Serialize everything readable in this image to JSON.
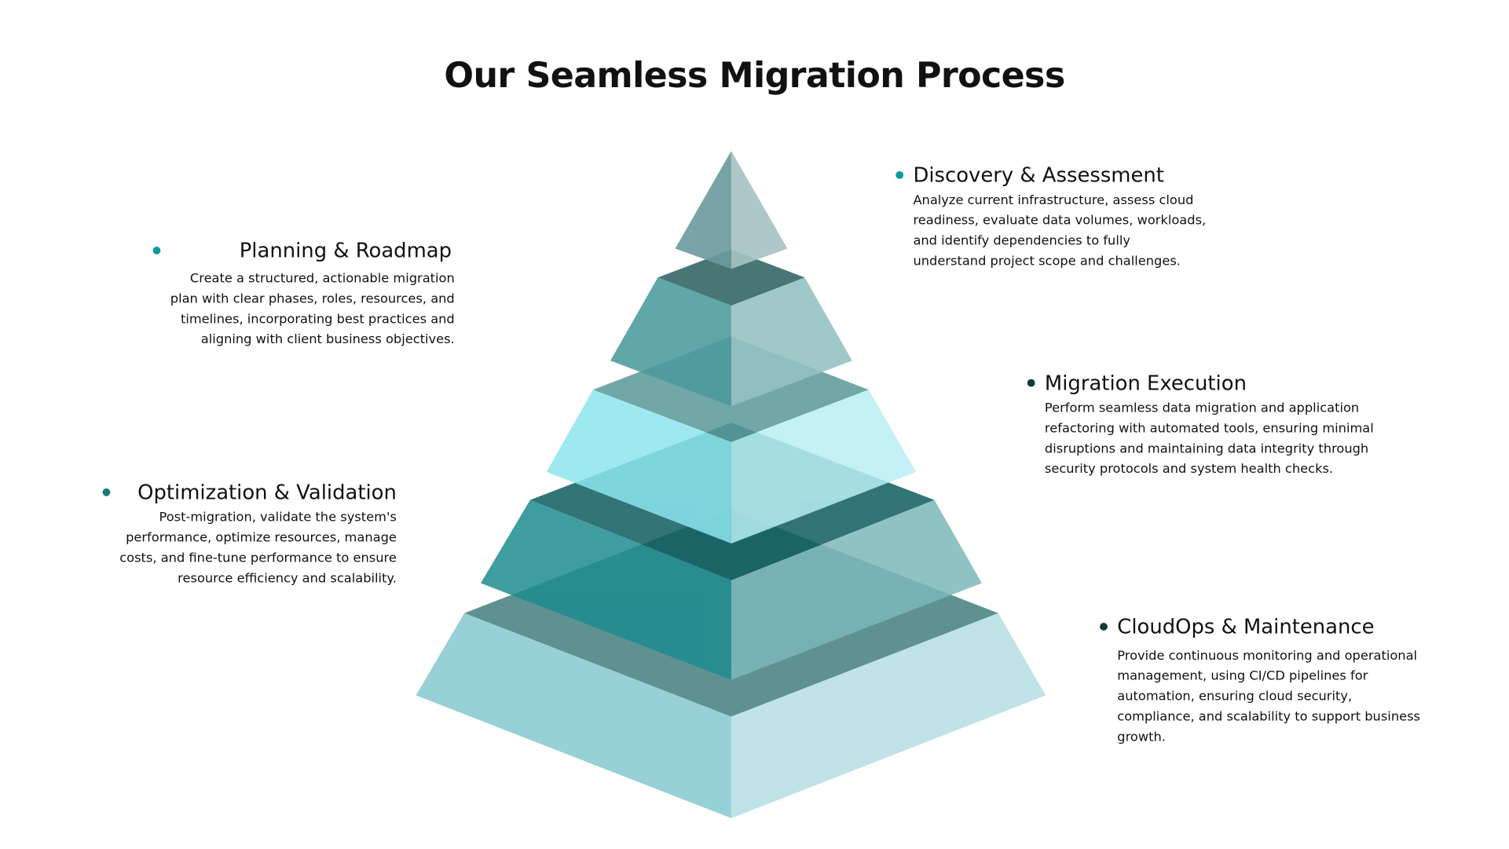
{
  "title": "Our Seamless Migration Process",
  "colors": {
    "accent": "#0f9a9a",
    "dark": "#0f3b3b"
  },
  "steps": [
    {
      "heading": "Discovery & Assessment",
      "bullet_color": "#0f9a9a",
      "lines": [
        "Analyze current infrastructure, assess cloud",
        "readiness, evaluate data volumes, workloads,",
        "and identify dependencies to fully",
        "understand project scope and challenges."
      ]
    },
    {
      "heading": "Planning & Roadmap",
      "bullet_color": "#0f9a9a",
      "lines": [
        "Create a structured, actionable migration",
        "plan with clear phases, roles, resources, and",
        "timelines, incorporating best practices and",
        "aligning with client business objectives."
      ]
    },
    {
      "heading": "Migration Execution",
      "bullet_color": "#0f3b3b",
      "lines": [
        "Perform seamless data migration and application",
        "refactoring with automated tools, ensuring minimal",
        "disruptions and maintaining data integrity through",
        "security protocols and system health checks."
      ]
    },
    {
      "heading": "Optimization & Validation",
      "bullet_color": "#1a7a78",
      "lines": [
        "Post-migration, validate the system's",
        "performance, optimize resources, manage",
        "costs, and fine-tune performance to ensure",
        "resource efficiency and scalability."
      ]
    },
    {
      "heading": "CloudOps & Maintenance",
      "bullet_color": "#0f3b3b",
      "lines": [
        "Provide continuous monitoring and operational",
        "management, using CI/CD pipelines for",
        "automation, ensuring cloud security,",
        "compliance, and scalability to support business",
        "growth."
      ]
    }
  ]
}
